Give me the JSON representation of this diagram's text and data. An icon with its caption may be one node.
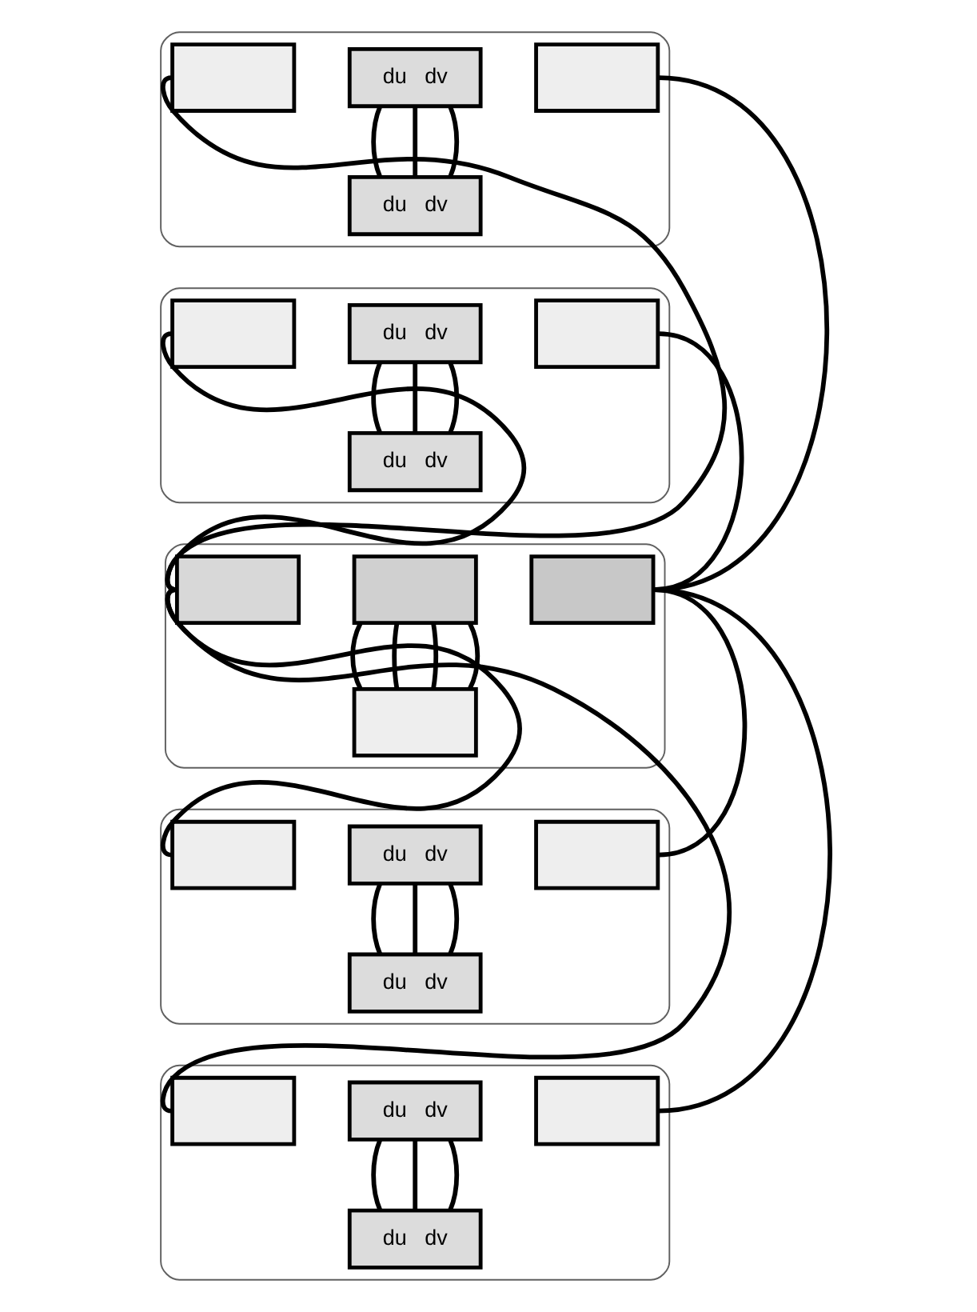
{
  "diagram": {
    "nodes": [
      {
        "text": [],
        "shape": "ellipse"
      },
      {
        "text": [],
        "shape": "box",
        "in": 0
      },
      {
        "text": [
          "du",
          "dv"
        ],
        "in": 0
      },
      {
        "text": [
          "du",
          "dv"
        ],
        "in": 0
      },
      {
        "text": [],
        "shape": "box",
        "in": 0
      },
      {
        "text": [],
        "shape": "ellipse"
      },
      {
        "text": [],
        "shape": "box",
        "in": 5
      },
      {
        "text": [
          "du",
          "dv"
        ],
        "in": 5
      },
      {
        "text": [
          "du",
          "dv"
        ],
        "in": 5
      },
      {
        "text": [],
        "shape": "box",
        "in": 5
      },
      {
        "text": [],
        "shape": "ellipse"
      },
      {
        "text": [],
        "shape": "box",
        "in": 10
      },
      {
        "text": [],
        "shape": "box",
        "in": 10
      },
      {
        "text": [],
        "shape": "box",
        "in": 10
      },
      {
        "text": [],
        "shape": "box",
        "in": 10
      },
      {
        "text": [],
        "shape": "ellipse"
      },
      {
        "text": [],
        "shape": "box",
        "in": 15
      },
      {
        "text": [
          "du",
          "dv"
        ],
        "in": 15
      },
      {
        "text": [
          "du",
          "dv"
        ],
        "in": 15
      },
      {
        "text": [],
        "shape": "box",
        "in": 15
      },
      {
        "text": [],
        "shape": "ellipse"
      },
      {
        "text": [],
        "shape": "box",
        "in": 20
      },
      {
        "text": [
          "du",
          "dv"
        ],
        "in": 20
      },
      {
        "text": [
          "du",
          "dv"
        ],
        "in": 20
      },
      {
        "text": [],
        "shape": "box",
        "in": 20
      }
    ],
    "edges": [
      {
        "from": 2,
        "to": 3,
        "arrow": "none"
      },
      {
        "from": 2,
        "to": 3,
        "arrow": "none"
      },
      {
        "from": 2,
        "to": 3,
        "arrow": "none"
      },
      {
        "from": 7,
        "to": 8,
        "arrow": "none"
      },
      {
        "from": 7,
        "to": 8,
        "arrow": "none"
      },
      {
        "from": 7,
        "to": 8,
        "arrow": "none"
      },
      {
        "from": 12,
        "to": 13,
        "arrow": "none"
      },
      {
        "from": 12,
        "to": 13,
        "arrow": "none"
      },
      {
        "from": 12,
        "to": 13,
        "arrow": "none"
      },
      {
        "from": 12,
        "to": 13,
        "arrow": "none"
      },
      {
        "from": 17,
        "to": 18,
        "arrow": "none"
      },
      {
        "from": 17,
        "to": 18,
        "arrow": "none"
      },
      {
        "from": 17,
        "to": 18,
        "arrow": "none"
      },
      {
        "from": 22,
        "to": 23,
        "arrow": "none"
      },
      {
        "from": 22,
        "to": 23,
        "arrow": "none"
      },
      {
        "from": 22,
        "to": 23,
        "arrow": "none"
      },
      {
        "from": 1,
        "to": 11,
        "arrow": "none"
      },
      {
        "from": 6,
        "to": 11,
        "arrow": "none"
      },
      {
        "from": 16,
        "to": 11,
        "arrow": "none"
      },
      {
        "from": 21,
        "to": 11,
        "arrow": "none"
      },
      {
        "from": 4,
        "to": 14,
        "arrow": "none"
      },
      {
        "from": 9,
        "to": 14,
        "arrow": "none"
      },
      {
        "from": 19,
        "to": 14,
        "arrow": "none"
      },
      {
        "from": 24,
        "to": 14,
        "arrow": "none"
      }
    ]
  }
}
